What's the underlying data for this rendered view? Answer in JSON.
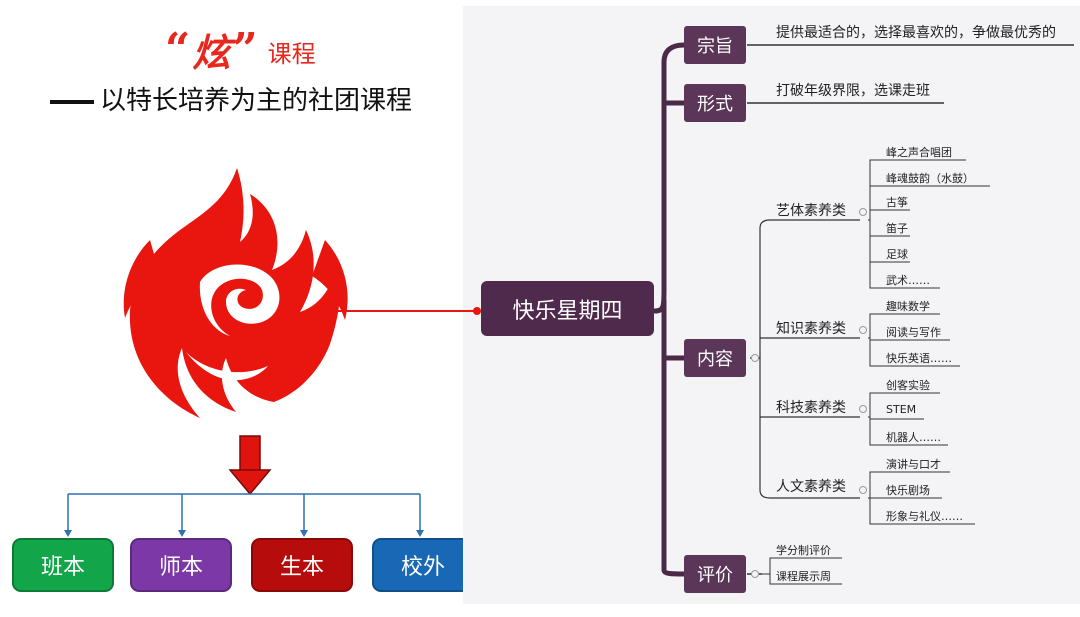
{
  "title": {
    "open_quote": "“",
    "main": "炫",
    "close_quote": "”",
    "suffix": "课程",
    "subtitle": "以特长培养为主的社团课程"
  },
  "categories": [
    {
      "label": "班本",
      "color": "#12a54a"
    },
    {
      "label": "师本",
      "color": "#7b38a6"
    },
    {
      "label": "生本",
      "color": "#b70c0c"
    },
    {
      "label": "校外",
      "color": "#1868b5"
    }
  ],
  "mindmap": {
    "root": "快乐星期四",
    "branches": {
      "zongzhi": {
        "label": "宗旨",
        "text": "提供最适合的，选择最喜欢的，争做最优秀的"
      },
      "xingshi": {
        "label": "形式",
        "text": "打破年级界限，选课走班"
      },
      "neirong": {
        "label": "内容",
        "groups": [
          {
            "label": "艺体素养类",
            "items": [
              "峰之声合唱团",
              "峰魂鼓韵（水鼓）",
              "古筝",
              "笛子",
              "足球",
              "武术……"
            ]
          },
          {
            "label": "知识素养类",
            "items": [
              "趣味数学",
              "阅读与写作",
              "快乐英语……"
            ]
          },
          {
            "label": "科技素养类",
            "items": [
              "创客实验",
              "STEM",
              "机器人……"
            ]
          },
          {
            "label": "人文素养类",
            "items": [
              "演讲与口才",
              "快乐剧场",
              "形象与礼仪……"
            ]
          }
        ]
      },
      "pingjia": {
        "label": "评价",
        "items": [
          "学分制评价",
          "课程展示周"
        ]
      }
    }
  },
  "colors": {
    "flame": "#e8160f",
    "root_bg": "#4f2a4c",
    "branch_bg": "#5b3658",
    "arrow": "#e0140f",
    "connector": "#2e6fb5"
  }
}
